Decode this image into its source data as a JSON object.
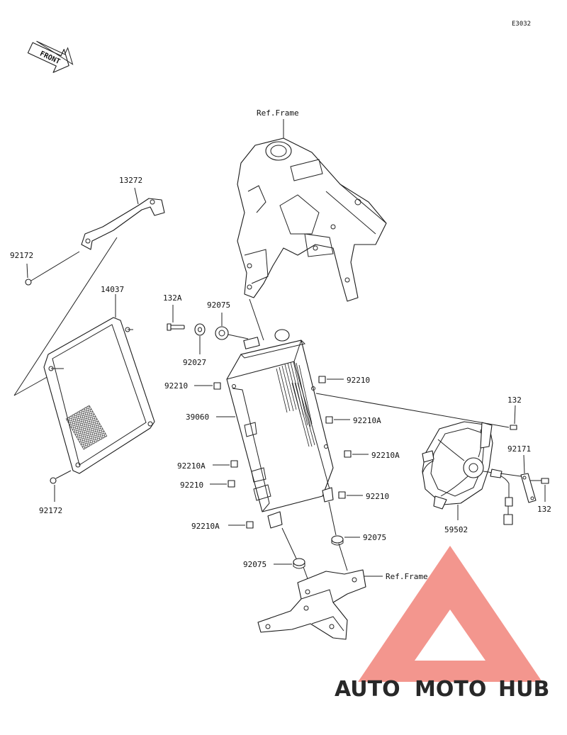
{
  "diagram": {
    "code": "E3032",
    "front_label": "FRONT",
    "ref_frame": "Ref.Frame",
    "labels": {
      "p13272": "13272",
      "p92172_top": "92172",
      "p14037": "14037",
      "p92172_bottom": "92172",
      "p132A": "132A",
      "p92075_top": "92075",
      "p92027": "92027",
      "p92210_l1": "92210",
      "p39060": "39060",
      "p92210A_l1": "92210A",
      "p92210_l2": "92210",
      "p92210A_l2": "92210A",
      "p92210_r1": "92210",
      "p92210A_r1": "92210A",
      "p92210A_r2": "92210A",
      "p92210_r2": "92210",
      "p92075_mid": "92075",
      "p92075_low": "92075",
      "p132_top": "132",
      "p92171": "92171",
      "p132_right": "132",
      "p59502": "59502",
      "ref_frame_bottom": "Ref.Frame"
    }
  },
  "watermark": {
    "text_auto": "AUTO",
    "text_moto": "MOTO",
    "text_hub": "HUB",
    "color_auto": "#f6c25a",
    "color_moto": "#f2a08e",
    "color_hub": "#9e9e9e",
    "triangle_color": "#f28b82"
  }
}
